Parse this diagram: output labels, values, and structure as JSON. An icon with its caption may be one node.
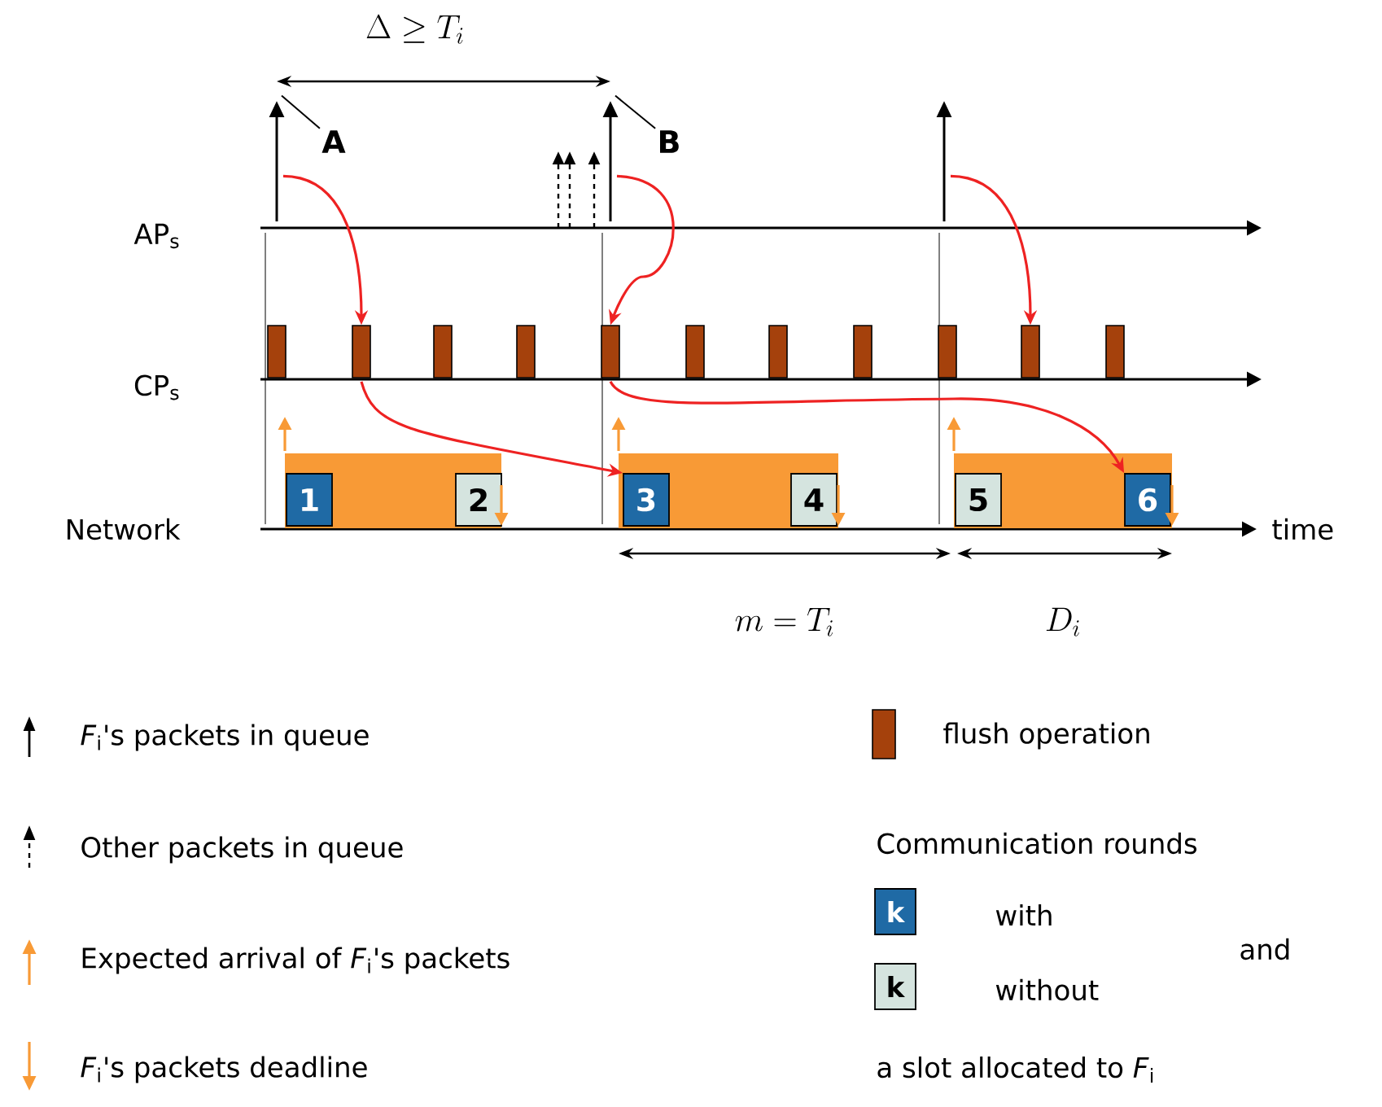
{
  "diagram": {
    "nodes": [
      {
        "text": [
          "A"
        ]
      },
      {
        "text": [],
        "shape": "arrow"
      },
      {
        "text": [
          "B"
        ]
      },
      {
        "text": [],
        "shape": "arrow"
      },
      {
        "text": [],
        "shape": "arrow"
      },
      {
        "text": [],
        "shape": "bar"
      },
      {
        "text": [],
        "shape": "bar"
      },
      {
        "text": [],
        "shape": "bar"
      },
      {
        "text": [],
        "shape": "bar"
      },
      {
        "text": [],
        "shape": "bar"
      },
      {
        "text": [],
        "shape": "bar"
      },
      {
        "text": [],
        "shape": "bar"
      },
      {
        "text": [],
        "shape": "bar"
      },
      {
        "text": [],
        "shape": "bar"
      },
      {
        "text": [],
        "shape": "bar"
      },
      {
        "text": [],
        "shape": "bar"
      },
      {
        "text": [],
        "shape": "bar"
      },
      {
        "text": [
          "1"
        ],
        "in": 16
      },
      {
        "text": [
          "2"
        ],
        "in": 16
      },
      {
        "text": [],
        "shape": "bar"
      },
      {
        "text": [
          "3"
        ],
        "in": 19
      },
      {
        "text": [
          "4"
        ],
        "in": 19
      },
      {
        "text": [],
        "shape": "bar"
      },
      {
        "text": [
          "5"
        ],
        "in": 22
      },
      {
        "text": [
          "6"
        ],
        "in": 22
      }
    ],
    "edges": [
      {
        "from": 0,
        "to": 1,
        "arrow": "none",
        "color": "#000000"
      },
      {
        "from": 2,
        "to": 3,
        "arrow": "none",
        "color": "#000000"
      },
      {
        "from": 1,
        "to": 6,
        "arrow": "to"
      },
      {
        "from": 3,
        "to": 9,
        "arrow": "to"
      },
      {
        "from": 4,
        "to": 14,
        "arrow": "to"
      },
      {
        "from": 6,
        "to": 20,
        "arrow": "to"
      },
      {
        "from": 9,
        "to": 24,
        "arrow": "to"
      }
    ],
    "labels": [
      "\\Delta \\geq T_i",
      "AP$_{s}$",
      "CP$_{s}$",
      "Network",
      "time",
      "m = T_i",
      "D_i",
      "Communication rounds",
      "k",
      "k",
      "and",
      "a slot allocated to *F*$_{i}$"
    ],
    "legend": [
      {
        "text": "*F*$_{i}$'s packets in queue"
      },
      {
        "text": "Other packets in queue"
      },
      {
        "text": "Expected arrival of *F*$_{i}$'s packets"
      },
      {
        "text": "*F*$_{i}$'s packets deadline"
      },
      {
        "text": "flush operation",
        "color": "#a5410c"
      },
      {
        "text": "with",
        "color": "#1f6aa5"
      },
      {
        "text": "without",
        "color": "#d5e4df"
      }
    ]
  }
}
